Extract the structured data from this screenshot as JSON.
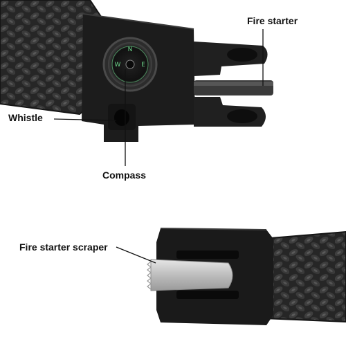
{
  "labels": {
    "fire_starter": "Fire starter",
    "whistle": "Whistle",
    "compass": "Compass",
    "fire_starter_scraper": "Fire starter scraper"
  },
  "colors": {
    "background": "#ffffff",
    "plastic": "#1c1c1c",
    "cord": "#2b2b2b",
    "cord_highlight": "#5a5a5a",
    "metal": "#c8c8c8",
    "compass_glow": "#6cd68a",
    "leader_line": "#111111"
  }
}
